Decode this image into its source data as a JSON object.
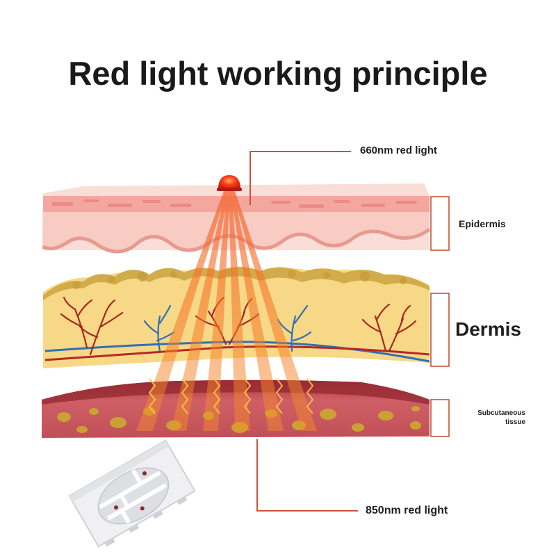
{
  "title": "Red light working principle",
  "labels": {
    "top_light": "660nm red light",
    "epidermis": "Epidermis",
    "dermis": "Dermis",
    "subcutaneous_line1": "Subcutaneous",
    "subcutaneous_line2": "tissue",
    "bottom_light": "850nm red light"
  },
  "colors": {
    "epidermis": "#f7c9c1",
    "epidermis_top": "#f2a79d",
    "dermis": "#f6d680",
    "dermis_ridge": "#d9b24e",
    "subcutaneous": "#c9575e",
    "fat_globule": "#c9a233",
    "light_beam": "#f26a2a",
    "leader_line": "#c7543a",
    "artery": "#b52a24",
    "vein": "#2f6fb6"
  },
  "icons": [
    "red-led-icon",
    "led-chip-icon"
  ]
}
